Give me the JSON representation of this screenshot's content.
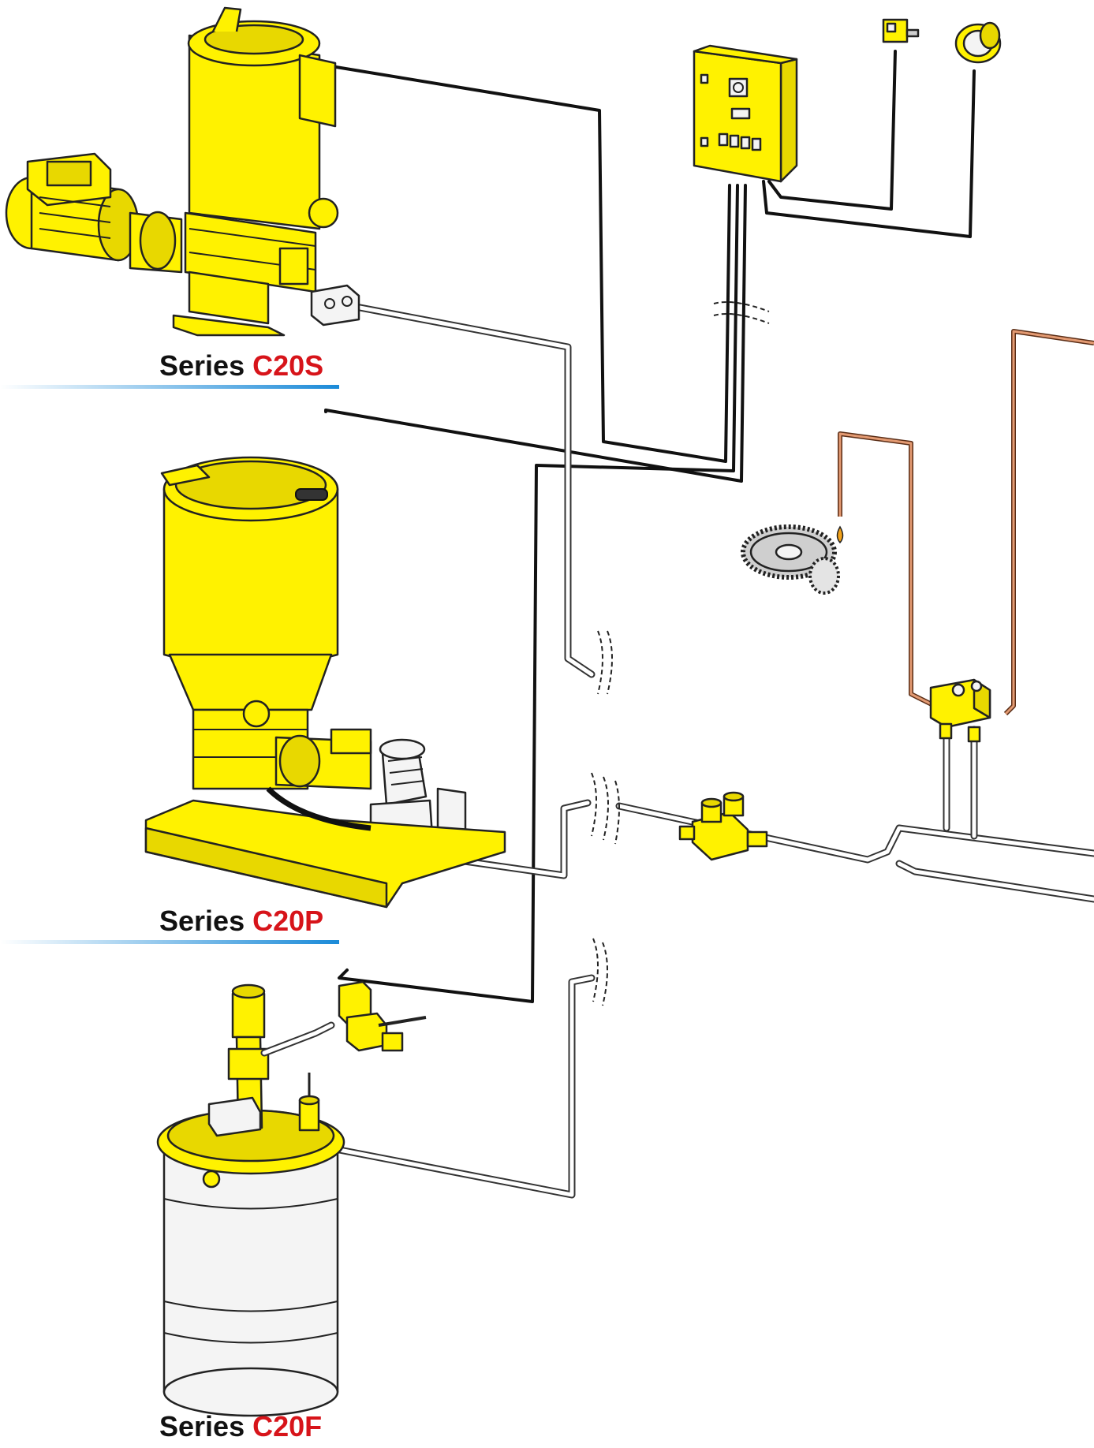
{
  "series_labels": [
    {
      "prefix": "Series",
      "model": "C20S"
    },
    {
      "prefix": "Series",
      "model": "C20P"
    },
    {
      "prefix": "Series",
      "model": "C20F"
    }
  ],
  "colors": {
    "equipment_yellow": "#fff200",
    "model_red": "#d7141a",
    "label_black": "#111111",
    "underline_blue": "#1a8ad8",
    "copper_pipe": "#c0673f"
  }
}
